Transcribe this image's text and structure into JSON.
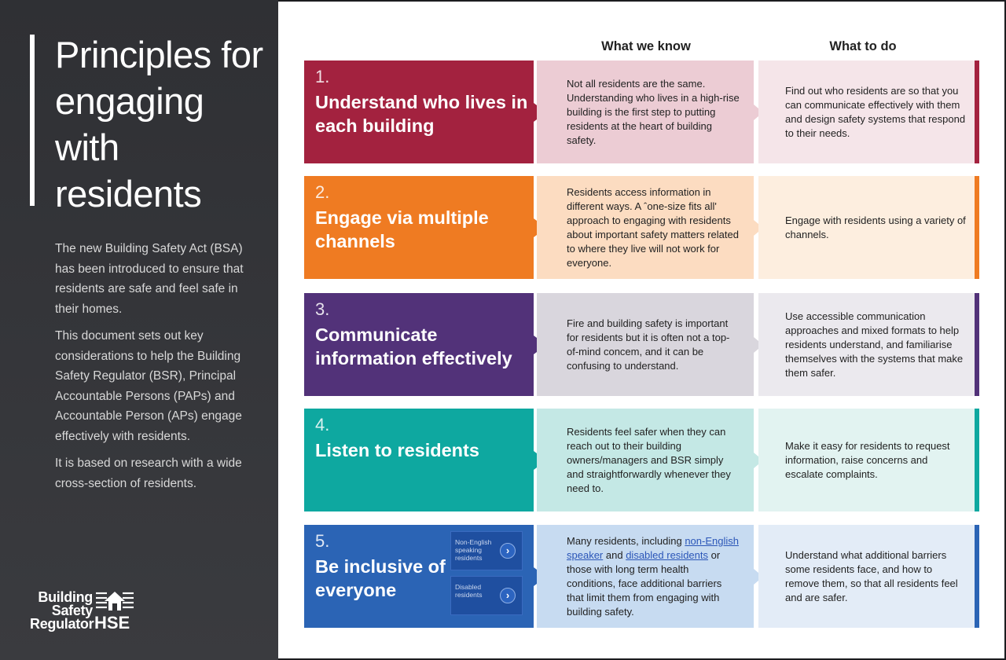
{
  "title": "Principles for engaging with residents",
  "intro": [
    "The new Building Safety Act (BSA) has been introduced to ensure that residents are safe and feel safe in their homes.",
    "This document sets out key considerations to help the Building Safety Regulator (BSR), Principal Accountable Persons (PAPs) and Accountable Person (APs) engage effectively with residents.",
    "It is based on research with a wide cross-section of residents."
  ],
  "logos": {
    "bsr_line1": "Building",
    "bsr_line2": "Safety",
    "bsr_line3": "Regulator",
    "hse": "HSE"
  },
  "columns": {
    "know": "What we know",
    "do": "What to do"
  },
  "principles": [
    {
      "number": "1.",
      "heading": "Understand who lives in each building",
      "know": "Not all residents are the same. Understanding who lives in a high-rise building is the first step to putting residents at the heart of building safety.",
      "do": "Find out who residents are so that you can communicate effectively with them and design safety systems that respond to their needs.",
      "color": "#a3223f",
      "light": "#ecccd4",
      "lighter": "#f5e5e9"
    },
    {
      "number": "2.",
      "heading": "Engage via multiple channels",
      "know": "Residents access information in different ways. A ˆone-size fits all' approach to engaging with residents about important safety matters related to where they live will not work for everyone.",
      "do": "Engage with residents using a variety of channels.",
      "color": "#ef7b22",
      "light": "#fcdcc1",
      "lighter": "#fdeedf"
    },
    {
      "number": "3.",
      "heading": "Communicate information effectively",
      "know": "Fire and building safety is important for residents but it is often not a top-of-mind concem, and it can be confusing to understand.",
      "do": "Use accessible communication approaches and mixed formats to help residents understand, and familiarise themselves with the systems that make them safer.",
      "color": "#523279",
      "light": "#d9d6dd",
      "lighter": "#ebe9ee"
    },
    {
      "number": "4.",
      "heading": "Listen to residents",
      "know": "Residents feel safer when they can reach out to their building owners/managers and BSR simply and straightforwardly whenever they need to.",
      "do": "Make it easy for residents to request information, raise concerns and escalate complaints.",
      "color": "#0ea8a0",
      "light": "#c4e8e5",
      "lighter": "#e2f3f1"
    },
    {
      "number": "5.",
      "heading": "Be inclusive of everyone",
      "know_pre": "Many residents, including",
      "know_link1": "non-English speaker",
      "know_mid": "and",
      "know_link2": "disabled residents",
      "know_post": "or those with long term health conditions, face additional barriers that limit them from engaging with building safety.",
      "do": "Understand what additional barriers some residents face, and how to remove them, so that all residents feel and are safer.",
      "color": "#2b64b5",
      "light": "#c7dbf1",
      "lighter": "#e3ecf7",
      "buttons": [
        {
          "label": "Non-English speaking residents",
          "icon": "chevron-right-icon"
        },
        {
          "label": "Disabled residents",
          "icon": "chevron-right-icon"
        }
      ]
    }
  ]
}
